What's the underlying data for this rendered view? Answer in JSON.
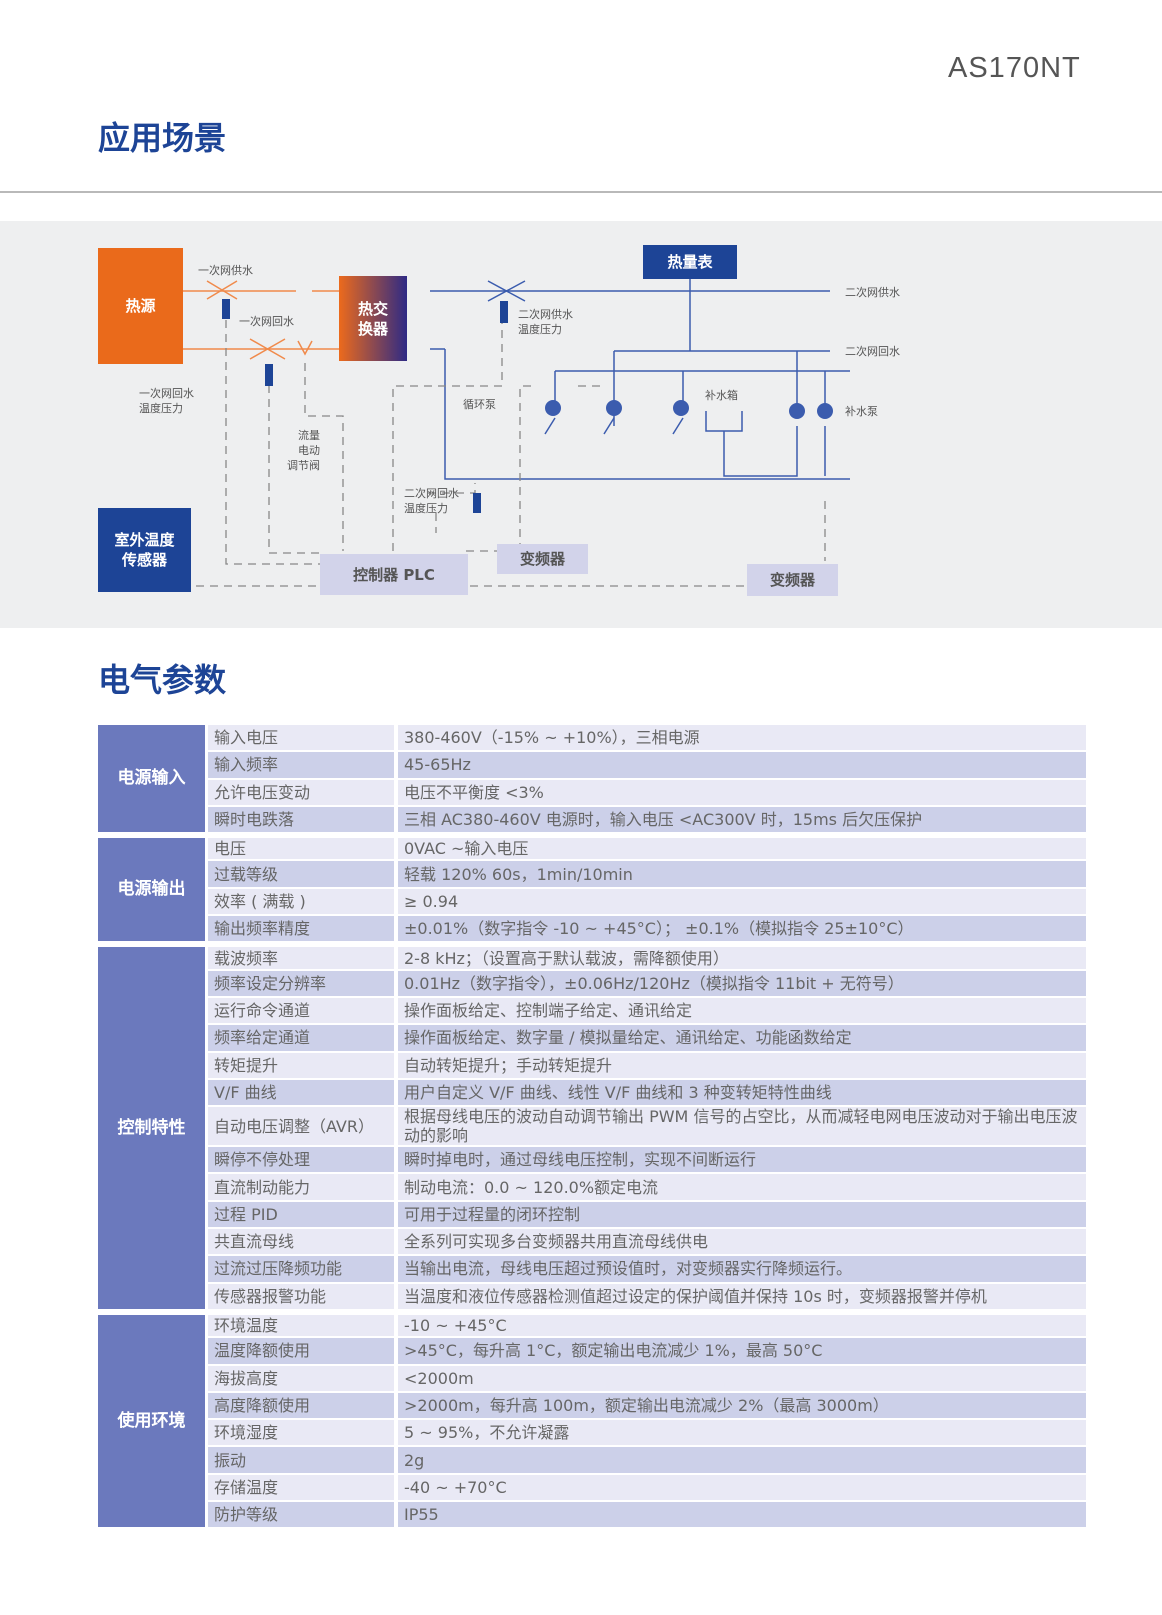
{
  "model": "AS170NT",
  "section1_title": "应用场景",
  "section2_title": "电气参数",
  "diagram": {
    "heat_source": "热源",
    "heat_exchanger": "热交\n换器",
    "heat_meter": "热量表",
    "outdoor_sensor": "室外温度\n传感器",
    "plc": "控制器 PLC",
    "vfd1": "变频器",
    "vfd2": "变频器",
    "primary_supply": "一次网供水",
    "primary_return": "一次网回水",
    "primary_return_tp": "一次网回水\n温度压力",
    "secondary_supply_tp": "二次网供水\n温度压力",
    "secondary_supply": "二次网供水",
    "secondary_return": "二次网回水",
    "circ_pump": "循环泵",
    "makeup_tank": "补水箱",
    "makeup_pump": "补水泵",
    "flow_valve": "流量\n电动\n调节阀",
    "secondary_return_tp": "二次网回水\n温度压力"
  },
  "table": [
    {
      "group": "电源输入",
      "rows": [
        [
          "输入电压",
          "380-460V（-15% ~ +10%），三相电源"
        ],
        [
          "输入频率",
          "45-65Hz"
        ],
        [
          "允许电压变动",
          "电压不平衡度 <3%"
        ],
        [
          "瞬时电跌落",
          "三相 AC380-460V 电源时，输入电压 <AC300V 时，15ms 后欠压保护"
        ]
      ]
    },
    {
      "group": "电源输出",
      "rows": [
        [
          "电压",
          "0VAC ~输入电压"
        ],
        [
          "过载等级",
          "轻载 120% 60s，1min/10min"
        ],
        [
          "效率 ( 满载 )",
          "≥ 0.94"
        ],
        [
          "输出频率精度",
          "±0.01%（数字指令 -10 ~ +45°C）； ±0.1%（模拟指令 25±10°C）"
        ]
      ]
    },
    {
      "group": "控制特性",
      "rows": [
        [
          "载波频率",
          "2-8 kHz；（设置高于默认载波，需降额使用）"
        ],
        [
          "频率设定分辨率",
          "0.01Hz（数字指令），±0.06Hz/120Hz（模拟指令 11bit + 无符号）"
        ],
        [
          "运行命令通道",
          "操作面板给定、控制端子给定、通讯给定"
        ],
        [
          "频率给定通道",
          "操作面板给定、数字量 / 模拟量给定、通讯给定、功能函数给定"
        ],
        [
          "转矩提升",
          "自动转矩提升；手动转矩提升"
        ],
        [
          "V/F 曲线",
          "用户自定义 V/F 曲线、线性 V/F 曲线和 3 种变转矩特性曲线"
        ],
        [
          "自动电压调整（AVR）",
          "根据母线电压的波动自动调节输出 PWM 信号的占空比，从而减轻电网电压波动对于输出电压波动的影响"
        ],
        [
          "瞬停不停处理",
          "瞬时掉电时，通过母线电压控制，实现不间断运行"
        ],
        [
          "直流制动能力",
          "制动电流：0.0 ~ 120.0%额定电流"
        ],
        [
          "过程 PID",
          "可用于过程量的闭环控制"
        ],
        [
          "共直流母线",
          "全系列可实现多台变频器共用直流母线供电"
        ],
        [
          "过流过压降频功能",
          "当输出电流，母线电压超过预设值时，对变频器实行降频运行。"
        ],
        [
          "传感器报警功能",
          "当温度和液位传感器检测值超过设定的保护阈值并保持 10s 时，变频器报警并停机"
        ]
      ]
    },
    {
      "group": "使用环境",
      "rows": [
        [
          "环境温度",
          "-10 ~ +45°C"
        ],
        [
          "温度降额使用",
          ">45°C，每升高 1°C，额定输出电流减少 1%，最高 50°C"
        ],
        [
          "海拔高度",
          "<2000m"
        ],
        [
          "高度降额使用",
          ">2000m，每升高 100m，额定输出电流减少 2%（最高 3000m）"
        ],
        [
          "环境湿度",
          "5 ~ 95%，不允许凝露"
        ],
        [
          "振动",
          "2g"
        ],
        [
          "存储温度",
          "-40 ~ +70°C"
        ],
        [
          "防护等级",
          "IP55"
        ]
      ]
    }
  ]
}
